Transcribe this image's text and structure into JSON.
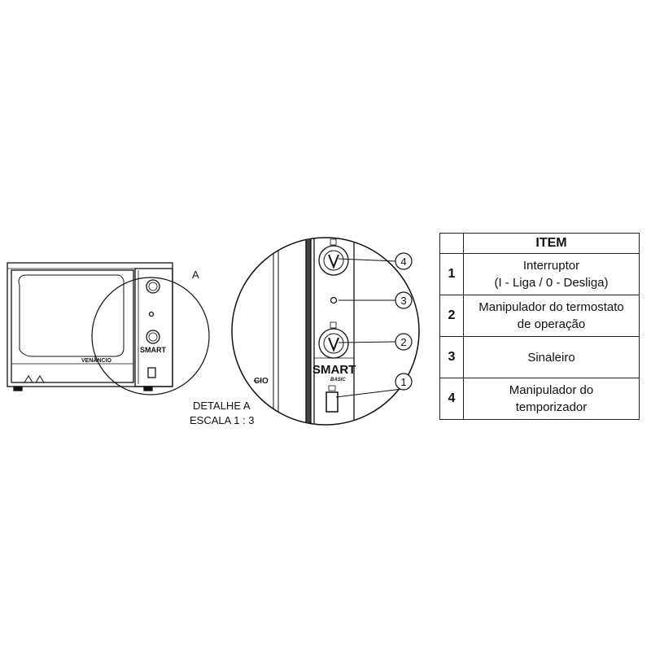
{
  "detail": {
    "letter": "A",
    "caption_line1": "DETALHE A",
    "caption_line2": "ESCALA 1 : 3"
  },
  "oven": {
    "brand_text": "VENÂNCIO",
    "panel_logo": "SMART",
    "panel_sub": "BASIC",
    "zoom_side_text": "CIO"
  },
  "callouts": [
    "4",
    "3",
    "2",
    "1"
  ],
  "table": {
    "header": "ITEM",
    "rows": [
      {
        "num": "1",
        "lines": [
          "Interruptor",
          "(I - Liga / 0 - Desliga)"
        ]
      },
      {
        "num": "2",
        "lines": [
          "Manipulador do termostato",
          "de operação"
        ]
      },
      {
        "num": "3",
        "lines": [
          "Sinaleiro"
        ]
      },
      {
        "num": "4",
        "lines": [
          "Manipulador do",
          "temporizador"
        ]
      }
    ]
  }
}
